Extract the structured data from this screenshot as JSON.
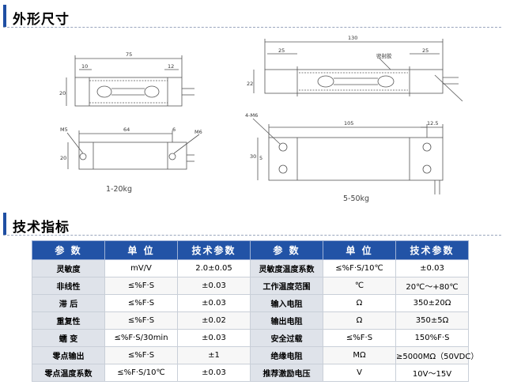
{
  "sections": {
    "dimensions_title": "外形尺寸",
    "specs_title": "技术指标"
  },
  "drawing": {
    "top_left": {
      "overall": "75",
      "left_dim": "10",
      "right_dim": "12",
      "height": "20"
    },
    "bottom_left": {
      "length": "64",
      "right_dim": "6",
      "hole_left": "M5",
      "hole_right": "M6",
      "height": "20",
      "caption": "1-20kg"
    },
    "top_right": {
      "overall": "130",
      "left_dim": "25",
      "right_dim": "25",
      "height": "22",
      "note": "密封胶"
    },
    "bottom_right": {
      "length": "105",
      "right_dim": "12.5",
      "holes": "4-M6",
      "height": "30",
      "hole_pitch": "5",
      "caption": "5-50kg"
    }
  },
  "table": {
    "headers": [
      "参 数",
      "单 位",
      "技术参数",
      "参 数",
      "单 位",
      "技术参数"
    ],
    "rows": [
      [
        "灵敏度",
        "mV/V",
        "2.0±0.05",
        "灵敏度温度系数",
        "≤%F·S/10℃",
        "±0.03"
      ],
      [
        "非线性",
        "≤%F·S",
        "±0.03",
        "工作温度范围",
        "℃",
        "20℃～+80℃"
      ],
      [
        "滞 后",
        "≤%F·S",
        "±0.03",
        "输入电阻",
        "Ω",
        "350±20Ω"
      ],
      [
        "重复性",
        "≤%F·S",
        "±0.02",
        "输出电阻",
        "Ω",
        "350±5Ω"
      ],
      [
        "蠕 变",
        "≤%F·S/30min",
        "±0.03",
        "安全过载",
        "≤%F·S",
        "150%F·S"
      ],
      [
        "零点输出",
        "≤%F·S",
        "±1",
        "绝缘电阻",
        "MΩ",
        "≥5000MΩ（50VDC）"
      ],
      [
        "零点温度系数",
        "≤%F·S/10℃",
        "±0.03",
        "推荐激励电压",
        "V",
        "10V～15V"
      ]
    ]
  }
}
